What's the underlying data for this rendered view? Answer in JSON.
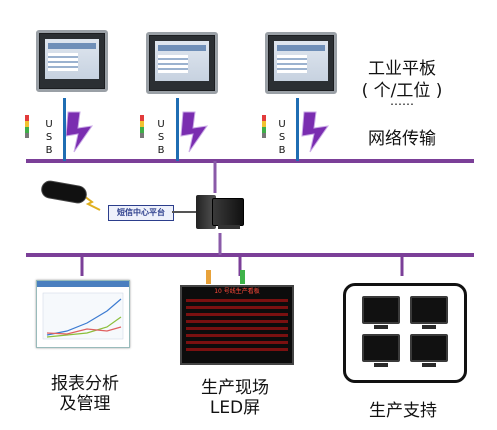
{
  "tablet_label": {
    "line1": "工业平板",
    "line2": "( 个/工位 )",
    "dots": "……"
  },
  "network_label": "网络传输",
  "usb_text": "U S B",
  "sms_label": "短信中心平台",
  "led_title": "10 号线生产看板",
  "bottom_labels": {
    "report": "报表分析\n及管理",
    "led": "生产现场\nLED屏",
    "support": "生产支持"
  },
  "colors": {
    "bus_line": "#7b3f98",
    "usb_line": "#1f6db3",
    "connector_line": "#8a5aa8",
    "lightning": "#7a2db0",
    "sms_box": "#2c3e8c"
  }
}
